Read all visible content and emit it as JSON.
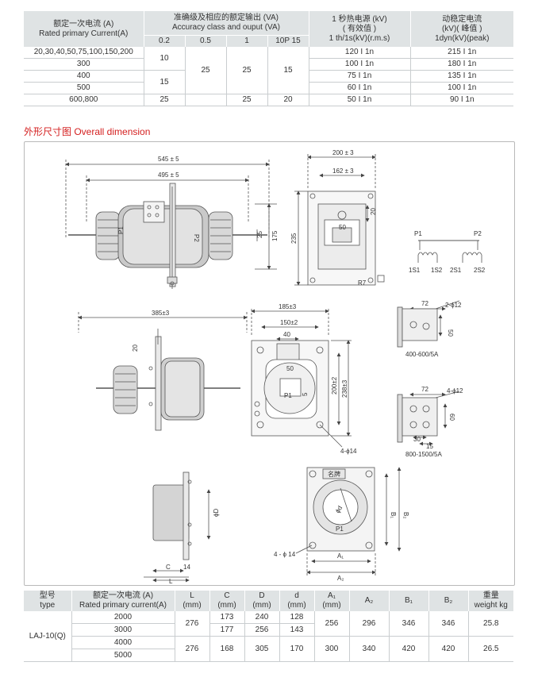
{
  "spec_table": {
    "col_current_cn": "额定一次电流 (A)",
    "col_current_en": "Rated primary Current(A)",
    "col_accuracy_cn": "准确级及相应的额定输出 (VA)",
    "col_accuracy_en": "Accuracy class and ouput (VA)",
    "col_thermal_cn": "1 秒热电源 (kV)",
    "col_thermal_cn2": "( 有效值 )",
    "col_thermal_en": "1 th/1s(kV)(r.m.s)",
    "col_dynamic_cn": "动稳定电流",
    "col_dynamic_cn2": "(kV)( 峰值 )",
    "col_dynamic_en": "1dyn(kV)(peak)",
    "classes": [
      "0.2",
      "0.5",
      "1",
      "10P 15"
    ],
    "rows": [
      {
        "current": "20,30,40,50,75,100,150,200",
        "thermal": "120 I 1n",
        "dynamic": "215 I 1n"
      },
      {
        "current": "300",
        "thermal": "100 I 1n",
        "dynamic": "180 I 1n"
      },
      {
        "current": "400",
        "thermal": "75 I 1n",
        "dynamic": "135 I 1n"
      },
      {
        "current": "500",
        "thermal": "60 I 1n",
        "dynamic": "100 I 1n"
      },
      {
        "current": "600,800",
        "thermal": "50 I 1n",
        "dynamic": "90 I 1n"
      }
    ],
    "merged": {
      "c02_a": "10",
      "c02_b": "15",
      "c02_c": "25",
      "c05_a": "25",
      "c1_a": "25",
      "c1_b": "25",
      "c10p_a": "15",
      "c10p_b": "20"
    }
  },
  "section_title": "外形尺寸图 Overall dimension",
  "drawing": {
    "d1_545": "545 ± 5",
    "d1_495": "495 ± 5",
    "d1_p1": "P1",
    "d1_p2": "P2",
    "d1_25": "25",
    "d1_175": "175",
    "d2_200": "200 ± 3",
    "d2_162": "162 ± 3",
    "d2_235": "235",
    "d2_50": "50",
    "d2_20": "20",
    "d2_r7": "R7",
    "w_p1": "P1",
    "w_p2": "P2",
    "w_1s1": "1S1",
    "w_1s2": "1S2",
    "w_2s1": "2S1",
    "w_2s2": "2S2",
    "d3_385": "385±3",
    "d3_20": "20",
    "d4_185": "185±3",
    "d4_150": "150±2",
    "d4_40": "40",
    "d4_50": "50",
    "d4_p1": "P1",
    "d4_5": "5",
    "d4_200": "200±2",
    "d4_238": "238±3",
    "d4_holes": "4-ϕ14",
    "t1_72": "72",
    "t1_holes": "2-ϕ12",
    "t1_50": "50",
    "t1_caption": "400-600/5A",
    "t2_72": "72",
    "t2_holes": "4-ϕ12",
    "t2_60": "60",
    "t2_30": "30",
    "t2_15": "15",
    "t2_caption": "800-1500/5A",
    "d5_phi_d": "ϕD",
    "d5_c": "C",
    "d5_14": "14",
    "d5_l": "L",
    "d6_nameplate": "名牌",
    "d6_phi_d": "ϕd",
    "d6_p1": "P1",
    "d6_holes": "4 - ϕ 14",
    "d6_a1": "A₁",
    "d6_a2": "A₂",
    "d6_b1": "B₁",
    "d6_b2": "B₂"
  },
  "model_table": {
    "headers": [
      {
        "cn": "型号",
        "en": "type"
      },
      {
        "cn": "额定一次电流 (A)",
        "en": "Rated primary current(A)"
      },
      {
        "cn": "L",
        "en": "(mm)"
      },
      {
        "cn": "C",
        "en": "(mm)"
      },
      {
        "cn": "D",
        "en": "(mm)"
      },
      {
        "cn": "d",
        "en": "(mm)"
      },
      {
        "cn": "A₁",
        "en": "(mm)"
      },
      {
        "cn": "A₂",
        "en": ""
      },
      {
        "cn": "B₁",
        "en": ""
      },
      {
        "cn": "B₂",
        "en": ""
      },
      {
        "cn": "重量",
        "en": "weight kg"
      }
    ],
    "type": "LAJ-10(Q)",
    "currents": [
      "2000",
      "3000",
      "4000",
      "5000"
    ],
    "g1": {
      "L": "276",
      "C_a": "173",
      "C_b": "177",
      "D_a": "240",
      "D_b": "256",
      "d_a": "128",
      "d_b": "143",
      "A1": "256",
      "A2": "296",
      "B1": "346",
      "B2": "346",
      "W": "25.8"
    },
    "g2": {
      "L": "276",
      "C": "168",
      "D": "305",
      "d": "170",
      "A1": "300",
      "A2": "340",
      "B1": "420",
      "B2": "420",
      "W": "26.5"
    }
  }
}
